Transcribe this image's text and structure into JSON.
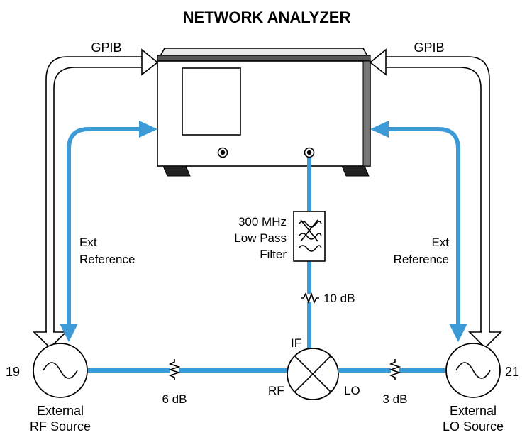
{
  "title": "NETWORK ANALYZER",
  "gpib_left": "GPIB",
  "gpib_right": "GPIB",
  "ext_ref_left": [
    "Ext",
    "Reference"
  ],
  "ext_ref_right": [
    "Ext",
    "Reference"
  ],
  "filter": [
    "300 MHz",
    "Low Pass",
    "Filter"
  ],
  "attenuator_if": "10 dB",
  "attenuator_rf": "6 dB",
  "attenuator_lo": "3 dB",
  "mixer_ports": {
    "if": "IF",
    "rf": "RF",
    "lo": "LO"
  },
  "rf_source": {
    "number": "19",
    "label": [
      "External",
      "RF Source"
    ]
  },
  "lo_source": {
    "number": "21",
    "label": [
      "External",
      "LO Source"
    ]
  },
  "colors": {
    "cable": "#3c9ad6",
    "line": "#000000",
    "panel": "#ffffff"
  }
}
